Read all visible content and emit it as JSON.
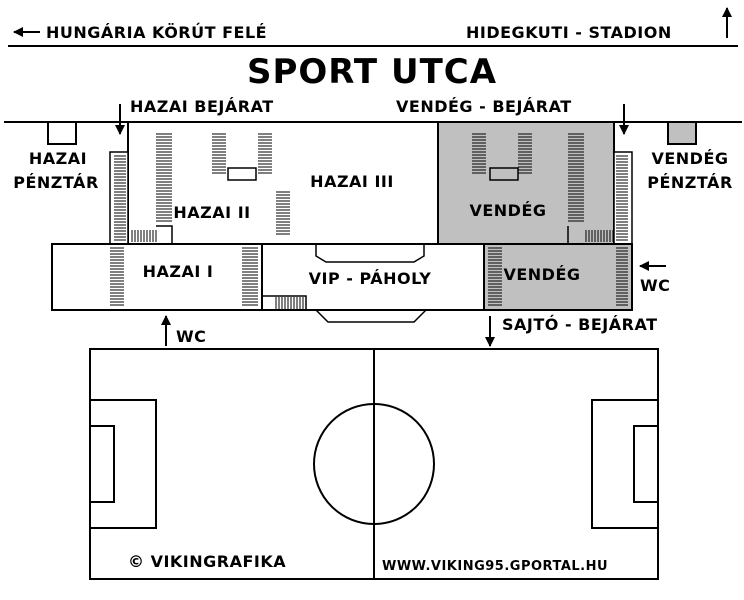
{
  "directions": {
    "left": "HUNGÁRIA KÖRÚT FELÉ",
    "right": "HIDEGKUTI - STADION"
  },
  "title": "SPORT UTCA",
  "entrances": {
    "home": "HAZAI BEJÁRAT",
    "away": "VENDÉG - BEJÁRAT",
    "press": "SAJTÓ - BEJÁRAT"
  },
  "ticket_offices": {
    "home_line1": "HAZAI",
    "home_line2": "PÉNZTÁR",
    "away_line1": "VENDÉG",
    "away_line2": "PÉNZTÁR"
  },
  "sections": {
    "hazai_1": "HAZAI I",
    "hazai_2": "HAZAI II",
    "hazai_3": "HAZAI III",
    "vendeg_upper": "VENDÉG",
    "vendeg_lower": "VENDÉG",
    "vip": "VIP - PÁHOLY"
  },
  "wc": {
    "left": "WC",
    "right": "WC"
  },
  "credits": {
    "copyright": "© VIKINGRAFIKA",
    "website": "WWW.VIKING95.GPORTAL.HU"
  },
  "colors": {
    "away_fill": "#c0c0c0",
    "line": "#000000",
    "background": "#ffffff"
  }
}
